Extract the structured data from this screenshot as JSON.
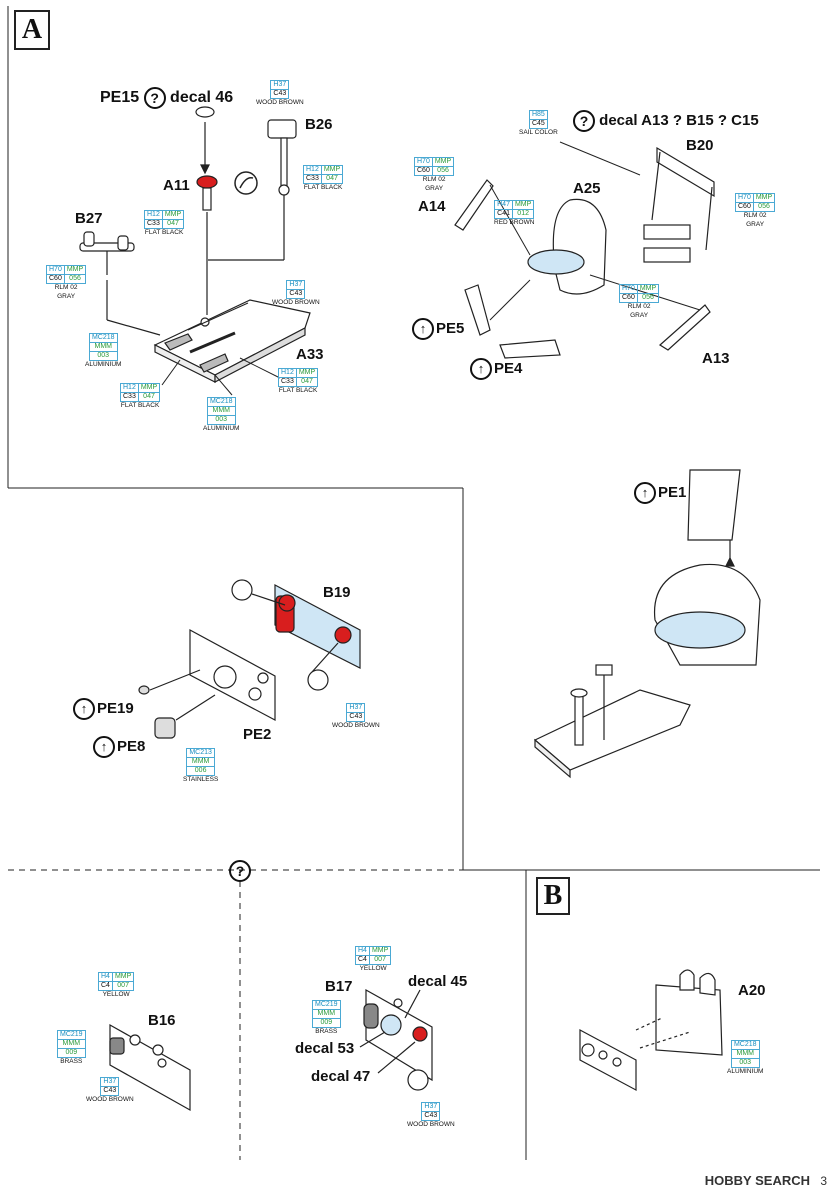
{
  "steps": {
    "a": "A",
    "b": "B"
  },
  "labels": {
    "pe15": "PE15",
    "decal46": "decal 46",
    "b26": "B26",
    "a11": "A11",
    "b27": "B27",
    "a33": "A33",
    "decal_a13": "decal A13 ? B15 ? C15",
    "b20": "B20",
    "a25": "A25",
    "a14": "A14",
    "a13": "A13",
    "pe5": "PE5",
    "pe4": "PE4",
    "pe1": "PE1",
    "b19": "B19",
    "pe19": "PE19",
    "pe8": "PE8",
    "pe2": "PE2",
    "b16": "B16",
    "b17": "B17",
    "decal45": "decal 45",
    "decal53": "decal 53",
    "decal47": "decal 47",
    "a20": "A20"
  },
  "paints": {
    "wood_brown": {
      "h": "H37",
      "c": "C43",
      "m": "",
      "name": "WOOD BROWN"
    },
    "flat_black": {
      "h": "H12",
      "c": "C33",
      "m1": "MMP",
      "m2": "047",
      "name": "FLAT BLACK"
    },
    "rlm02": {
      "h": "H70",
      "c": "C60",
      "m1": "MMP",
      "m2": "056",
      "name": "RLM 02\nGRAY"
    },
    "aluminium": {
      "h": "MC218",
      "m1": "MMM",
      "m2": "003",
      "name": "ALUMINIUM"
    },
    "sail": {
      "h": "H85",
      "c": "C45",
      "name": "SAIL COLOR"
    },
    "red_brown": {
      "h": "H47",
      "c": "C41",
      "m1": "MMP",
      "m2": "012",
      "name": "RED BROWN"
    },
    "stainless": {
      "h": "MC213",
      "m1": "MMM",
      "m2": "006",
      "name": "STAINLESS"
    },
    "yellow": {
      "h": "H4",
      "c": "C4",
      "m1": "MMP",
      "m2": "007",
      "name": "YELLOW"
    },
    "brass": {
      "h": "MC219",
      "m1": "MMM",
      "m2": "009",
      "name": "BRASS"
    }
  },
  "symbols": {
    "question": "?",
    "flip": "↑"
  },
  "watermark": "HOBBY SEARCH",
  "page_number": "3",
  "colors": {
    "red": "#d81e1e",
    "blue": "#cfe6f5",
    "line": "#333333"
  }
}
